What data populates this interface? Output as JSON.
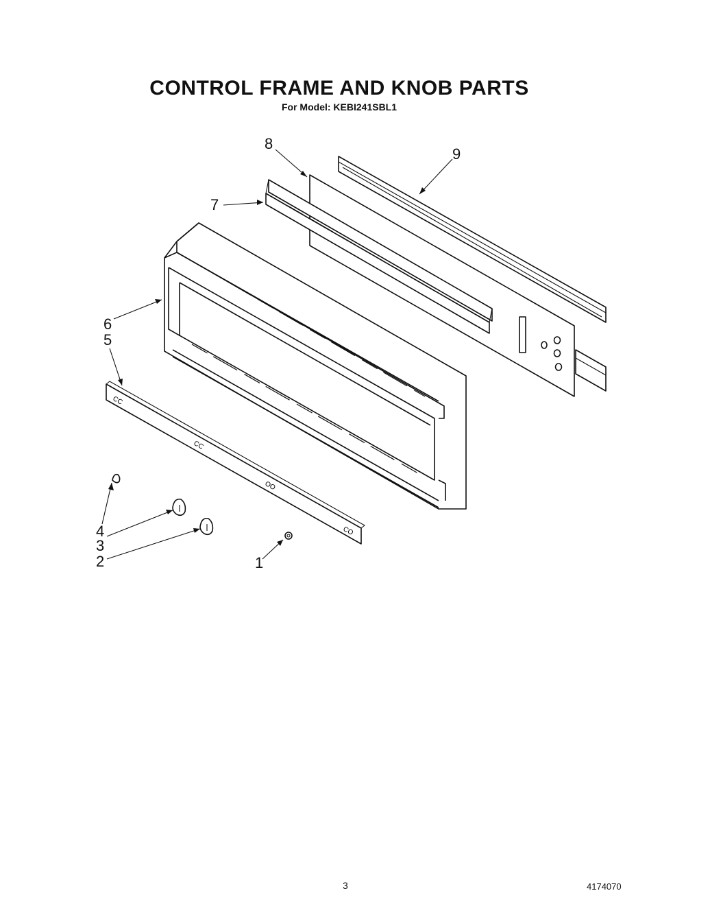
{
  "header": {
    "title": "CONTROL FRAME AND KNOB PARTS",
    "subtitle": "For Model: KEBI241SBL1"
  },
  "diagram": {
    "callouts": [
      {
        "label": "1"
      },
      {
        "label": "2"
      },
      {
        "label": "3"
      },
      {
        "label": "4"
      },
      {
        "label": "5"
      },
      {
        "label": "6"
      },
      {
        "label": "7"
      },
      {
        "label": "8"
      },
      {
        "label": "9"
      }
    ],
    "trim_marks": [
      "CC",
      "CC",
      "OO",
      "CO"
    ]
  },
  "footer": {
    "page_number": "3",
    "document_number": "4174070"
  }
}
